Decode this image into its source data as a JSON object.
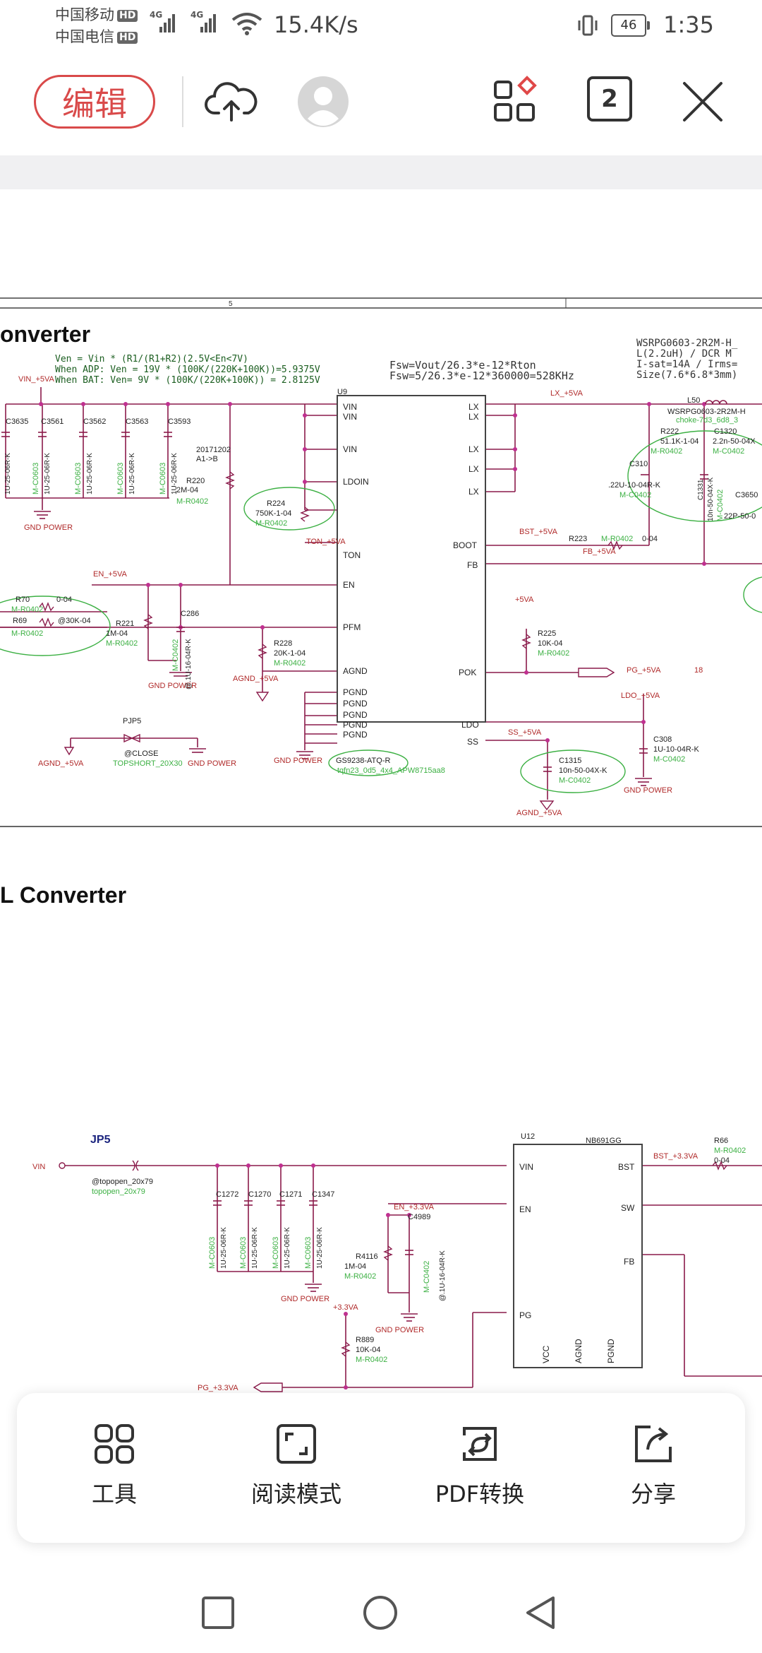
{
  "status_bar": {
    "carrier_1": "中国移动",
    "carrier_2": "中国电信",
    "hd_badge": "HD",
    "net_type_1": "4G",
    "net_type_2": "4G",
    "net_speed": "15.4K/s",
    "battery": "46",
    "time": "1:35"
  },
  "toolbar": {
    "edit_label": "编辑",
    "page_count": "2",
    "icons": [
      "cloud-upload-icon",
      "avatar",
      "apps-grid-icon",
      "tab-count-button",
      "close-icon"
    ]
  },
  "schematic": {
    "ruler_mark": "5",
    "title_top": "onverter",
    "title_bottom": "L  Converter",
    "formula_1": "Ven  =  Vin  *  (R1/(R1+R2)(2.5V<En<7V)",
    "formula_2": "When  ADP:  Ven  =  19V  *  (100K/(220K+100K))=5.9375V",
    "formula_3": "When  BAT:  Ven=  9V  *  (100K/(220K+100K))     =  2.8125V",
    "fsw_1": "Fsw=Vout/26.3*e-12*Rton",
    "fsw_2": "Fsw=5/26.3*e-12*360000=528KHz",
    "inductor_1": "WSRPG0603-2R2M-H_",
    "inductor_2": "L(2.2uH)  /  DCR  M",
    "inductor_3": "I-sat=14A  /  Irms=",
    "inductor_4": "Size(7.6*6.8*3mm)",
    "u9_ref": "U9",
    "u9_part": "GS9238-ATQ-R",
    "u9_footprint": "tqfn23_0d5_4x4_APW8715aa8",
    "u12_ref": "U12",
    "u12_part": "NB691GG",
    "jp5_ref": "JP5",
    "jp5_fp_1": "@topopen_20x79",
    "jp5_fp_2": "topopen_20x79",
    "pjp5_ref": "PJP5",
    "pjp5_close": "@CLOSE",
    "pjp5_fp": "TOPSHORT_20X30",
    "net_vin5": "VIN_+5VA",
    "net_lx5": "LX_+5VA",
    "net_bst5": "BST_+5VA",
    "net_fb5": "FB_+5VA",
    "net_en5": "EN_+5VA",
    "net_ton5": "TON_+5VA",
    "net_pg5": "PG_+5VA",
    "net_ldo5": "LDO_+5VA",
    "net_ss5": "SS_+5VA",
    "net_agnd5": "AGND_+5VA",
    "net_5va": "+5VA",
    "net_gndpower": "GND POWER",
    "net_vin": "VIN",
    "net_en33": "EN_+3.3VA",
    "net_bst33": "BST_+3.3VA",
    "net_pg33": "PG_+3.3VA",
    "net_33va": "+3.3VA",
    "date_note_1": "20171202",
    "date_note_2": "A1->B",
    "page_ref": "18",
    "caps_top": [
      "C3635",
      "C3561",
      "C3562",
      "C3563",
      "C3593"
    ],
    "caps_value": "1U-25-06R-K",
    "caps_fp": "M-C0603",
    "caps_bottom": [
      "C1272",
      "C1270",
      "C1271",
      "C1347"
    ],
    "r220": "R220",
    "r220_val": "2M-04",
    "r224": "R224",
    "r224_val": "750K-1-04",
    "r_fp": "M-R0402",
    "c_fp": "M-C0402",
    "r70": "R70",
    "r70_val": "0-04",
    "r69": "R69",
    "r69_val": "@30K-04",
    "r221": "R221",
    "r221_val": "1M-04",
    "c286": "C286",
    "c286_val": "@.1U-16-04R-K",
    "r228": "R228",
    "r228_val": "20K-1-04",
    "r225": "R225",
    "r225_val": "10K-04",
    "r223": "R223",
    "r223_val": "0-04",
    "r222": "R222",
    "r222_val": "51.1K-1-04",
    "c1320": "C1320",
    "c1320_val": "2.2n-50-04X",
    "c310": "C310",
    "c310_val": ".22U-10-04R-K",
    "c1331": "C1331",
    "c1331_val": "10n-50-04X-K",
    "c3650": "C3650",
    "c3650_val": "22P-50-0",
    "l50": "L50",
    "l50_part": "WSRPG0603-2R2M-H",
    "l50_fp": "choke-7d3_6d8_3",
    "c308": "C308",
    "c308_val": "1U-10-04R-K",
    "c1315": "C1315",
    "c1315_val": "10n-50-04X-K",
    "r4116": "R4116",
    "r4116_val": "1M-04",
    "c4989": "C4989",
    "c4989_val": "@.1U-16-04R-K",
    "r889": "R889",
    "r889_val": "10K-04",
    "r66": "R66",
    "r66_val": "0-04",
    "u9_pins_left": [
      "VIN",
      "VIN",
      "VIN",
      "LDOIN",
      "TON",
      "EN",
      "PFM",
      "AGND",
      "PGND",
      "PGND",
      "PGND",
      "PGND",
      "PGND"
    ],
    "u9_pins_right": [
      "LX",
      "LX",
      "LX",
      "LX",
      "LX",
      "BOOT",
      "FB",
      "POK",
      "LDO",
      "SS"
    ],
    "u12_pins": [
      "VIN",
      "EN",
      "PG",
      "BST",
      "SW",
      "FB",
      "VCC",
      "AGND",
      "PGND"
    ]
  },
  "bottom_actions": [
    {
      "label": "工具",
      "icon": "tools-grid-icon"
    },
    {
      "label": "阅读模式",
      "icon": "reading-mode-icon"
    },
    {
      "label": "PDF转换",
      "icon": "pdf-convert-icon"
    },
    {
      "label": "分享",
      "icon": "share-icon"
    }
  ],
  "nav_bar": [
    "recent-apps-icon",
    "home-icon",
    "back-icon"
  ],
  "colors": {
    "accent_red": "#d94a4a",
    "wire": "#8a1a4a",
    "net_label": "#b02a2a",
    "footprint": "#3cb043",
    "text_blue": "#1a237e"
  }
}
